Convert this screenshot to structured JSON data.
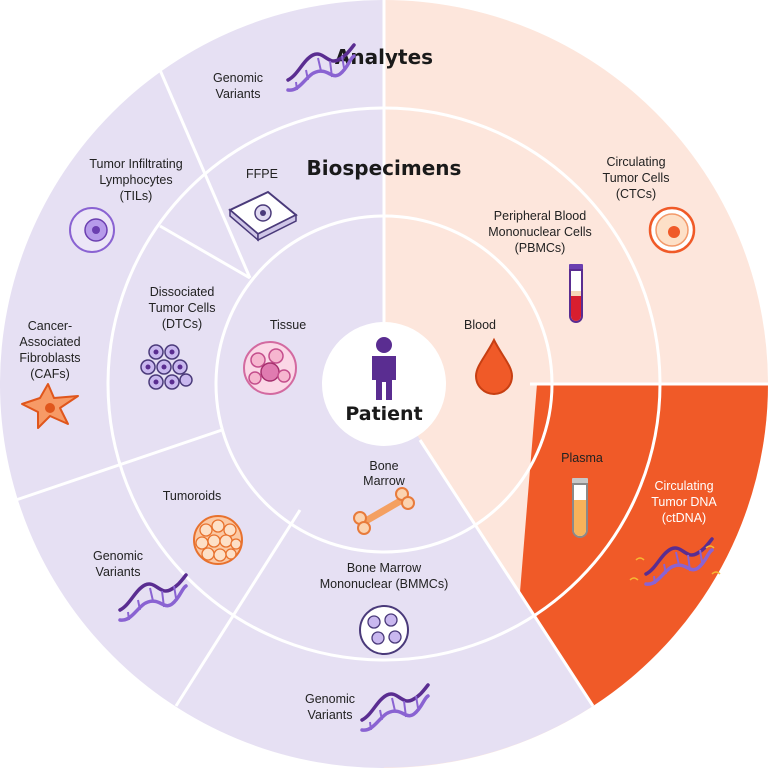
{
  "colors": {
    "lavender": "#e6e0f3",
    "peach": "#fde6dc",
    "orange": "#f05a28",
    "ring_line": "#ffffff",
    "purple_icon": "#5a2d91",
    "violet_icon": "#8a63d2"
  },
  "titles": {
    "analytes": "Analytes",
    "biospecimens": "Biospecimens",
    "center": "Patient"
  },
  "inner": {
    "tissue": "Tissue",
    "blood": "Blood",
    "bone_marrow": [
      "Bone",
      "Marrow"
    ]
  },
  "middle": {
    "ffpe": "FFPE",
    "dtcs": [
      "Dissociated",
      "Tumor Cells",
      "(DTCs)"
    ],
    "tumoroids": "Tumoroids",
    "bmmcs": [
      "Bone Marrow",
      "Mononuclear (BMMCs)"
    ],
    "pbmcs": [
      "Peripheral Blood",
      "Mononuclear Cells",
      "(PBMCs)"
    ],
    "plasma": "Plasma"
  },
  "outer": {
    "genomic_top": [
      "Genomic",
      "Variants"
    ],
    "tils": [
      "Tumor Infiltrating",
      "Lymphocytes",
      "(TILs)"
    ],
    "cafs": [
      "Cancer-",
      "Associated",
      "Fibroblasts",
      "(CAFs)"
    ],
    "genomic_left": [
      "Genomic",
      "Variants"
    ],
    "genomic_bottom": [
      "Genomic",
      "Variants"
    ],
    "ctcs": [
      "Circulating",
      "Tumor Cells",
      "(CTCs)"
    ],
    "ctdna": [
      "Circulating",
      "Tumor DNA",
      "(ctDNA)"
    ]
  },
  "icons": {
    "dna": "dna-icon",
    "person": "person-icon",
    "slide": "ffpe-slide-icon",
    "cells": "cell-cluster-icon",
    "tissue": "tissue-icon",
    "drop": "blood-drop-icon",
    "tube": "test-tube-icon",
    "bone": "bone-icon",
    "fibroblast": "fibroblast-icon",
    "lymphocyte": "lymphocyte-icon",
    "ctc": "ctc-cell-icon",
    "tumoroid": "tumoroid-icon",
    "petri": "petri-dish-icon"
  }
}
